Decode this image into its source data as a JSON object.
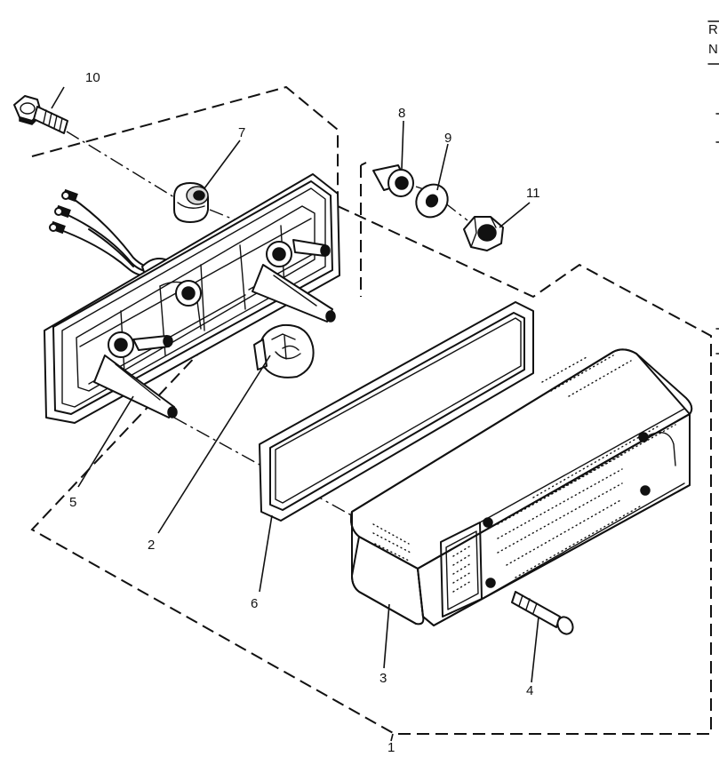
{
  "header_fragment": {
    "line1": "R",
    "line2": "N"
  },
  "callouts": {
    "c1": "1",
    "c2": "2",
    "c3": "3",
    "c4": "4",
    "c5": "5",
    "c6": "6",
    "c7": "7",
    "c8": "8",
    "c9": "9",
    "c10": "10",
    "c11": "11"
  },
  "icons": {
    "bolt": "hex-bolt-icon",
    "bulb": "bulb-icon",
    "nut": "hex-nut-icon",
    "screw": "screw-icon"
  }
}
